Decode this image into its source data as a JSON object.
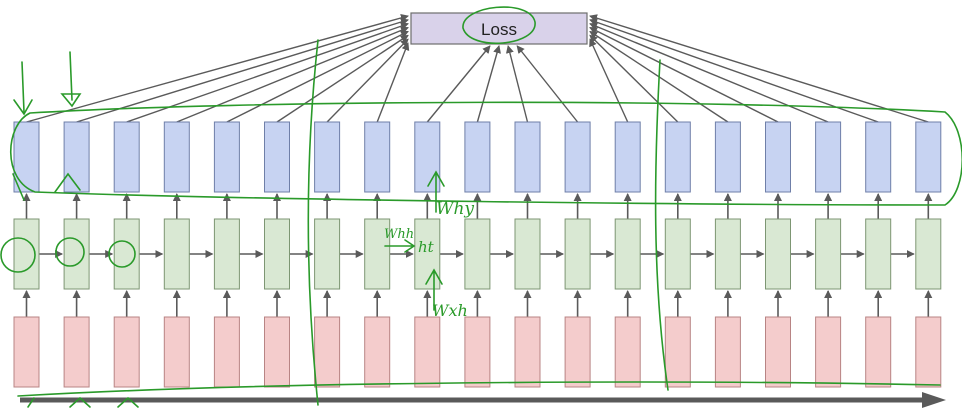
{
  "diagram": {
    "loss_label": "Loss",
    "timesteps": 19,
    "colors": {
      "output_fill": "#c7d3f2",
      "output_stroke": "#6f7fa8",
      "hidden_fill": "#d9e8d3",
      "hidden_stroke": "#7d9673",
      "input_fill": "#f4cccc",
      "input_stroke": "#b88484",
      "loss_fill": "#d9d2ea",
      "loss_stroke": "#6d6d6d",
      "arrow": "#5a5a5a",
      "annotation": "#2a9a2a"
    }
  },
  "annotations": {
    "w_hh": "Whh",
    "h_t": "ht",
    "w_hy": "Why",
    "w_xh": "Wxh"
  }
}
